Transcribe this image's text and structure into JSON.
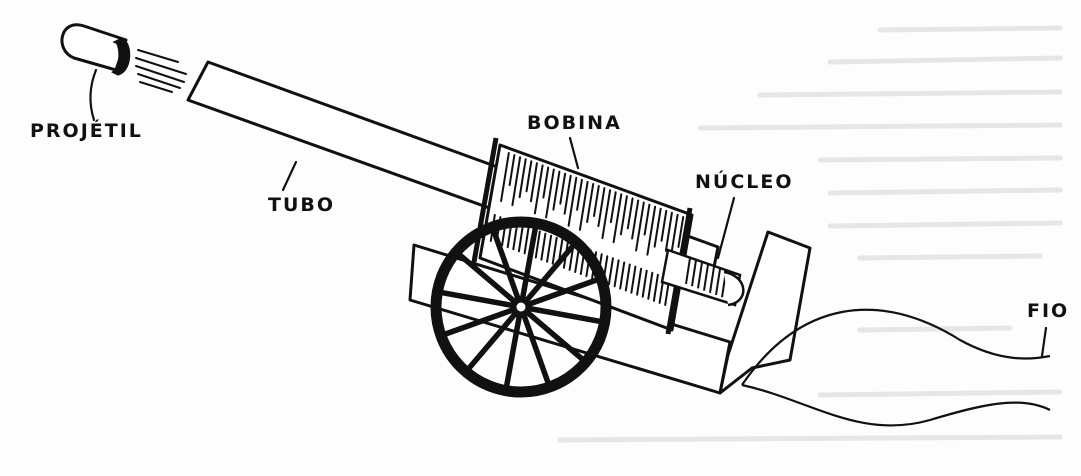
{
  "labels": {
    "projectile": "PROJÉTIL",
    "tube": "TUBO",
    "coil": "BOBINA",
    "core": "NÚCLEO",
    "wire": "FIO"
  },
  "colors": {
    "ink": "#111111",
    "paper": "#fdfdfd",
    "background_texture": "#e6e6e6"
  },
  "counts": {
    "wheel_spokes": 12,
    "coil_windings": 32
  }
}
